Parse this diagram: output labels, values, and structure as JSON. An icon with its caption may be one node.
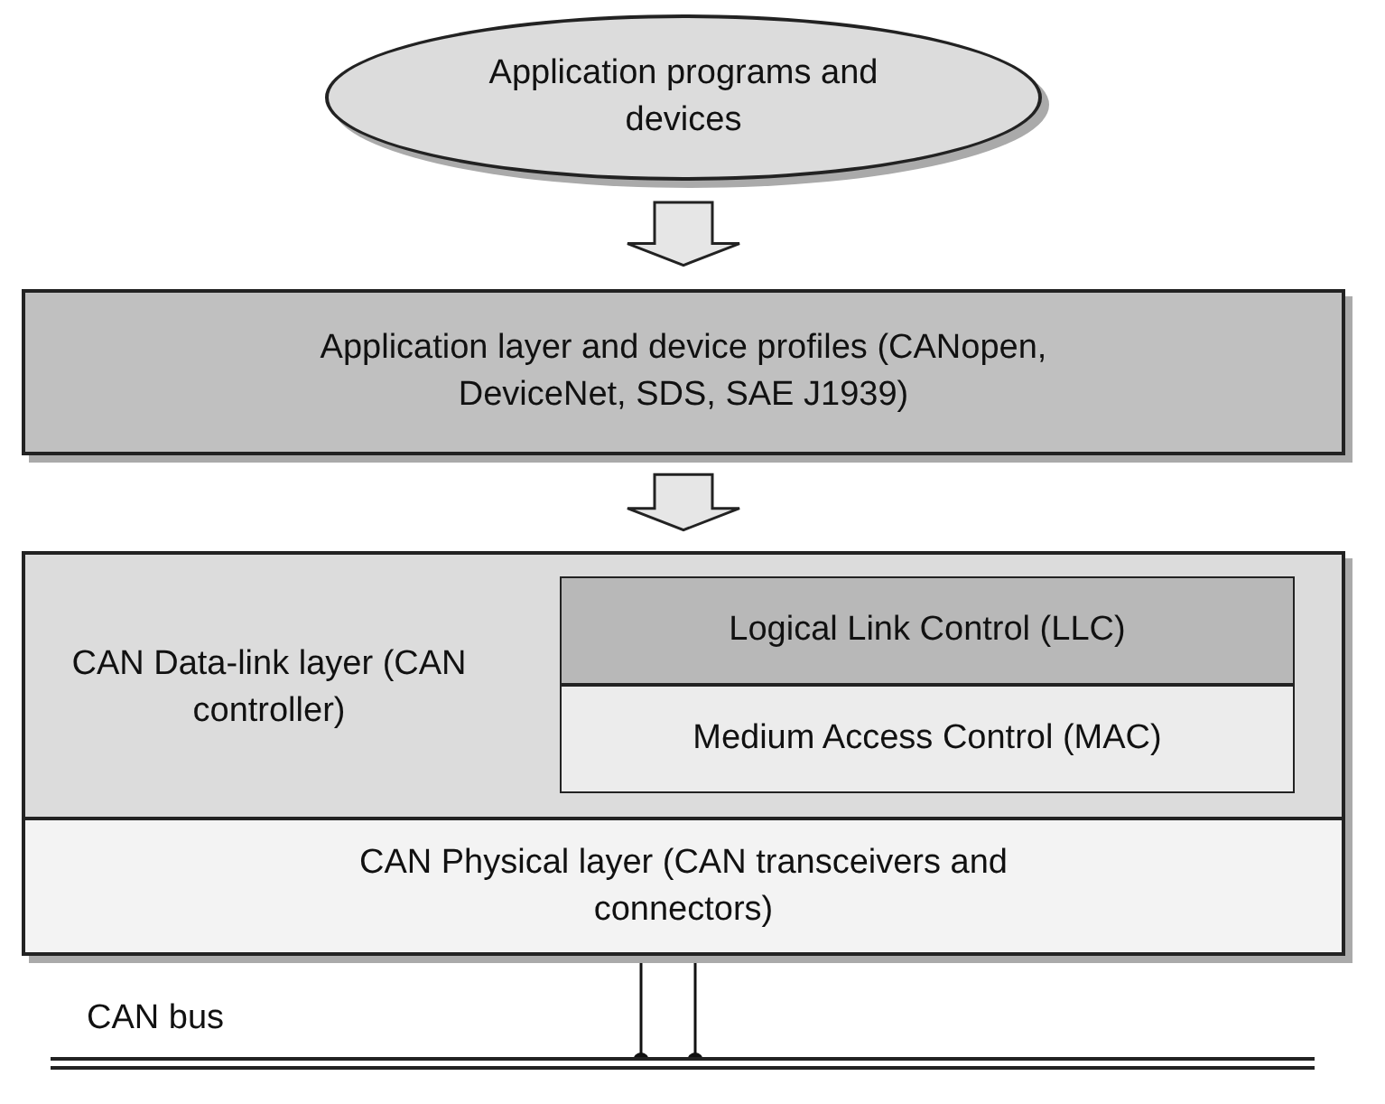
{
  "diagram": {
    "nodes": [
      {
        "text": [
          "Application programs and devices"
        ]
      },
      {
        "text": [
          "Application layer and device profiles (CANopen, DeviceNet, SDS, SAE J1939)"
        ]
      },
      {
        "text": [
          "CAN Data-link layer (CAN controller)"
        ]
      },
      {
        "text": [
          "Logical Link Control (LLC)"
        ],
        "in": 2
      },
      {
        "text": [
          "Medium Access Control (MAC)"
        ],
        "in": 2
      },
      {
        "text": [
          "CAN Physical layer (CAN transceivers and connectors)"
        ]
      },
      {
        "text": [],
        "shape": "bar",
        "beside": [
          "CAN bus"
        ]
      }
    ],
    "edges": [
      {
        "from": 0,
        "to": 1,
        "arrow": "to"
      },
      {
        "from": 1,
        "to": 2,
        "arrow": "to"
      },
      {
        "from": 5,
        "to": 6,
        "arrow": "other"
      },
      {
        "from": 5,
        "to": 6,
        "arrow": "other"
      }
    ]
  }
}
